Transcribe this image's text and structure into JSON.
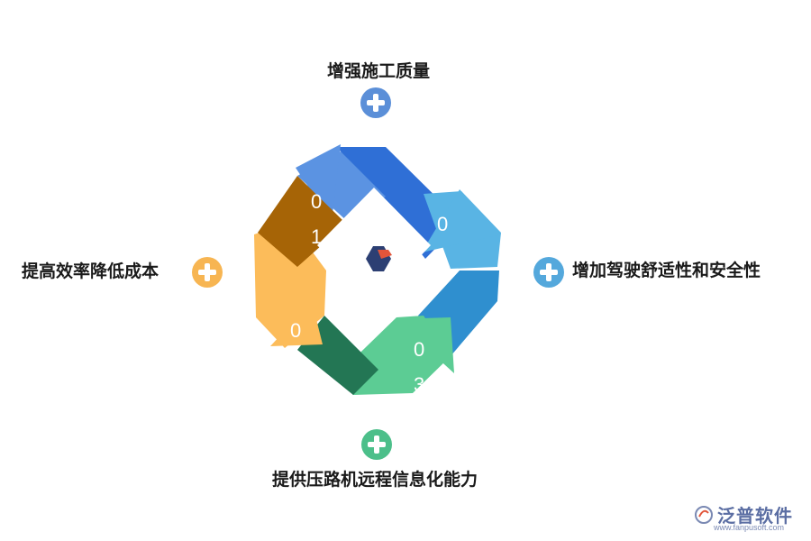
{
  "diagram": {
    "items": [
      {
        "id": "top",
        "label": "增强施工质量",
        "accent": "#5b8fd8"
      },
      {
        "id": "right",
        "label": "增加驾驶舒适性和安全性",
        "accent": "#54a8dc"
      },
      {
        "id": "bottom",
        "label": "提供压路机远程信息化能力",
        "accent": "#4cbf8a"
      },
      {
        "id": "left",
        "label": "提高效率降低成本",
        "accent": "#f7b552"
      }
    ],
    "arrow_numbers": [
      "0",
      "1",
      "0",
      "0",
      "0",
      "3"
    ],
    "center_icon": "hexagon-logo-icon",
    "plus_icon": "plus-icon"
  },
  "watermark": {
    "brand": "泛普软件",
    "url": "www.fanpusoft.com"
  }
}
